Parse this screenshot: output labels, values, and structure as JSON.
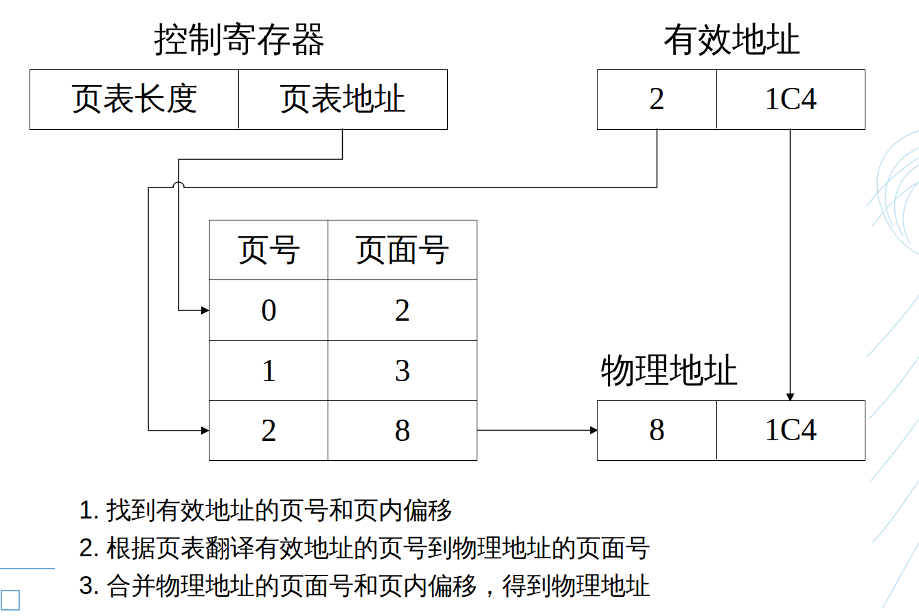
{
  "diagram": {
    "nodes": [
      {
        "text": [
          "控制寄存器"
        ]
      },
      {
        "text": [
          "页表长度"
        ],
        "in": 0
      },
      {
        "text": [
          "页表地址"
        ],
        "in": 0
      },
      {
        "text": [
          "有效地址"
        ]
      },
      {
        "text": [
          "2"
        ],
        "in": 3
      },
      {
        "text": [
          "1C4"
        ],
        "in": 3
      },
      {
        "text": [
          "页号"
        ]
      },
      {
        "text": [
          "页面号"
        ]
      },
      {
        "text": [
          "0"
        ]
      },
      {
        "text": [
          "2"
        ]
      },
      {
        "text": [
          "1"
        ]
      },
      {
        "text": [
          "3"
        ]
      },
      {
        "text": [
          "2"
        ]
      },
      {
        "text": [
          "8"
        ]
      },
      {
        "text": [
          "物理地址"
        ]
      },
      {
        "text": [
          "8"
        ],
        "in": 14
      },
      {
        "text": [
          "1C4"
        ],
        "in": 14
      }
    ],
    "edges": [
      {
        "from": 2,
        "to": 8,
        "arrow": "to"
      },
      {
        "from": 4,
        "to": 12,
        "arrow": "to"
      },
      {
        "from": 13,
        "to": 15,
        "arrow": "to"
      },
      {
        "from": 5,
        "to": 16,
        "arrow": "to"
      }
    ],
    "labels": [
      "1. 找到有效地址的页号和页内偏移",
      "2. 根据页表翻译有效地址的页号到物理地址的页面号",
      "3. 合并物理地址的页面号和页内偏移，得到物理地址"
    ]
  }
}
